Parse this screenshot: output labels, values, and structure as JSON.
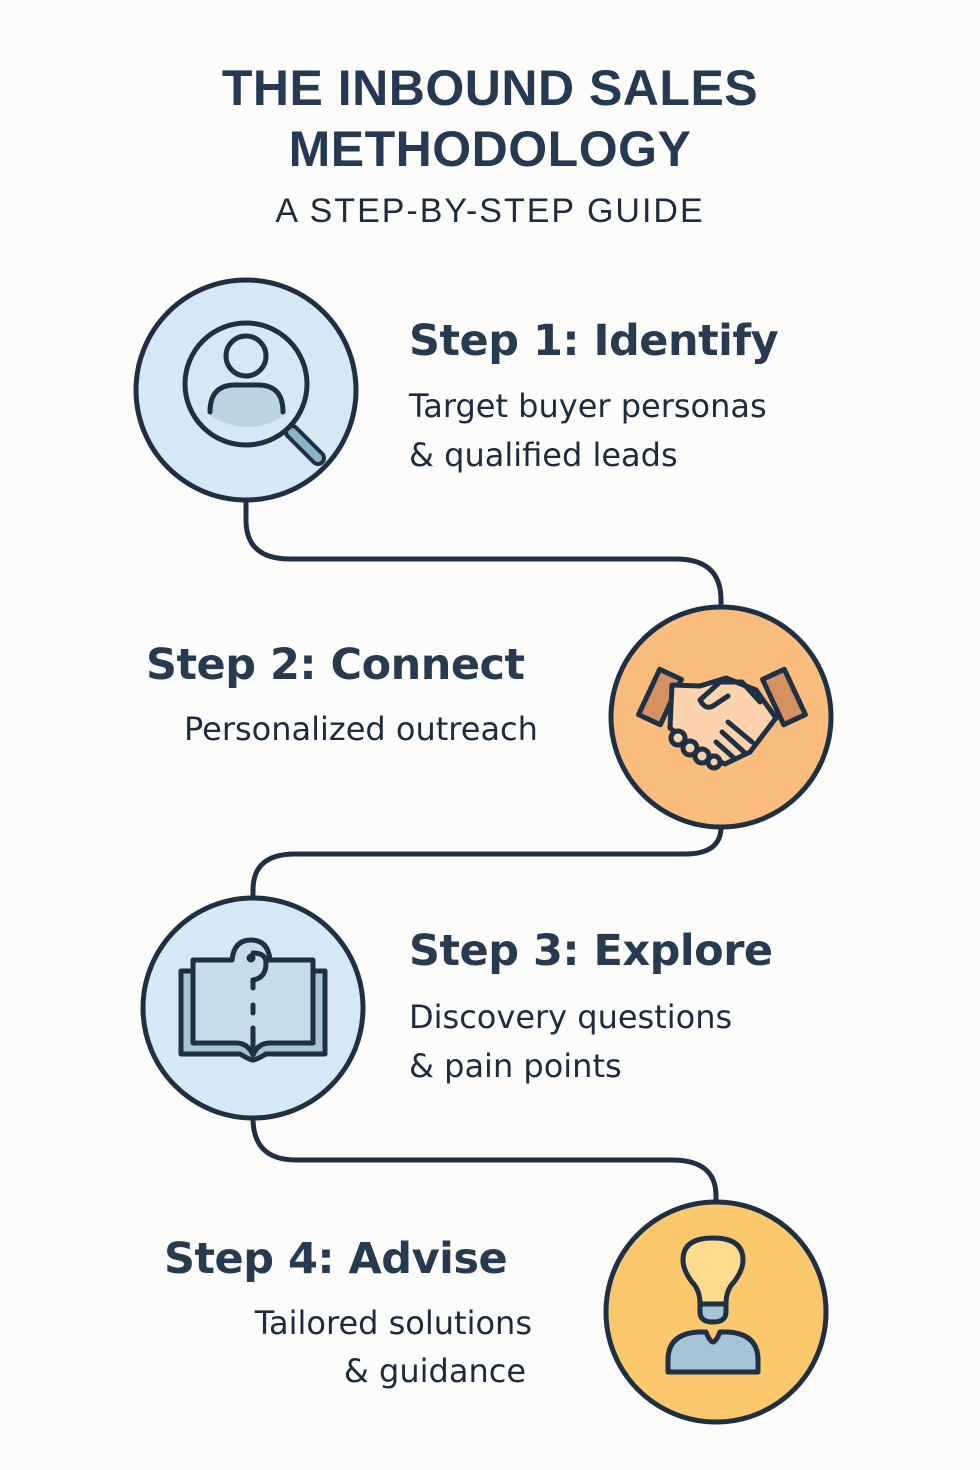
{
  "header": {
    "title_line1": "THE INBOUND SALES",
    "title_line2": "METHODOLOGY",
    "subtitle": "A STEP-BY-STEP GUIDE"
  },
  "colors": {
    "ink": "#22344a",
    "stroke": "#1f3044",
    "blue_fill": "#d6e8f4",
    "blue_accent": "#a5c4d6",
    "orange_fill": "#fbbd7e",
    "orange_cuff": "#d49262",
    "skin": "#fcd3ac",
    "yellow_fill": "#fbc86e",
    "bulb_fill": "#fedb8e"
  },
  "steps": [
    {
      "number": 1,
      "title": "Step 1: Identify",
      "desc_line1": "Target buyer personas",
      "desc_line2": "& qualified leads",
      "icon": "magnifier-person-icon"
    },
    {
      "number": 2,
      "title": "Step 2: Connect",
      "desc_line1": "Personalized outreach",
      "desc_line2": "",
      "icon": "handshake-icon"
    },
    {
      "number": 3,
      "title": "Step 3: Explore",
      "desc_line1": "Discovery questions",
      "desc_line2": "& pain points",
      "icon": "book-question-icon"
    },
    {
      "number": 4,
      "title": "Step 4: Advise",
      "desc_line1": "Tailored solutions",
      "desc_line2": "& guidance",
      "icon": "lightbulb-person-icon"
    }
  ]
}
